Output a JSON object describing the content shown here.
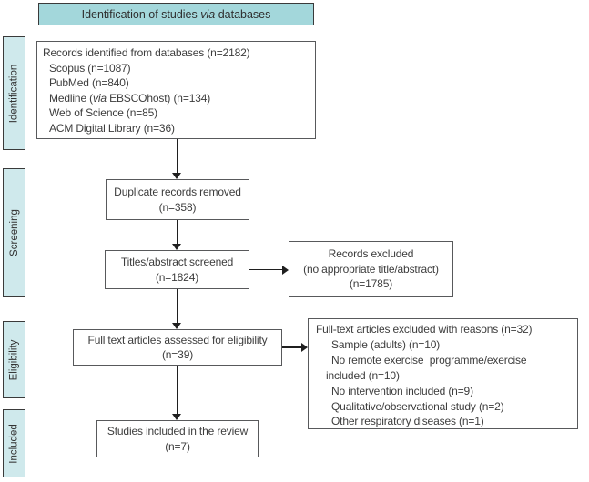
{
  "colors": {
    "header_fill": "#a3d7db",
    "sidebar_fill": "#cfe9ec",
    "box_border": "#58595b",
    "dark_border": "#3a3a3a",
    "text": "#3d3d3d",
    "arrow": "#1f1f1f"
  },
  "header": {
    "pre": "Identification of studies ",
    "italic": "via",
    "post": " databases"
  },
  "sidebar": [
    {
      "label": "Identification"
    },
    {
      "label": "Screening"
    },
    {
      "label": "Eligibility"
    },
    {
      "label": "Included"
    }
  ],
  "flow": {
    "records_identified": {
      "title": "Records identified from databases (n=2182)",
      "items": [
        {
          "pre": "Scopus (n=1087)",
          "italic": "",
          "post": ""
        },
        {
          "pre": "PubMed (n=840)",
          "italic": "",
          "post": ""
        },
        {
          "pre": "Medline (",
          "italic": "via",
          "post": " EBSCOhost) (n=134)"
        },
        {
          "pre": "Web of Science (n=85)",
          "italic": "",
          "post": ""
        },
        {
          "pre": "ACM Digital Library (n=36)",
          "italic": "",
          "post": ""
        }
      ]
    },
    "duplicates_removed": {
      "line1": "Duplicate records removed",
      "line2": "(n=358)"
    },
    "titles_screened": {
      "line1": "Titles/abstract screened",
      "line2": "(n=1824)"
    },
    "records_excluded": {
      "line1": "Records excluded",
      "line2": "(no appropriate title/abstract)",
      "line3": "(n=1785)"
    },
    "fulltext_assessed": {
      "line1": "Full text articles assessed for eligibility",
      "line2": "(n=39)"
    },
    "fulltext_excluded": {
      "title": "Full-text articles excluded with reasons (n=32)",
      "items": [
        {
          "text": "Sample (adults) (n=10)"
        },
        {
          "text": "No remote exercise  programme/exercise"
        },
        {
          "text": "included (n=10)"
        },
        {
          "text": "No intervention included (n=9)"
        },
        {
          "text": "Qualitative/observational study (n=2)"
        },
        {
          "text": "Other respiratory diseases (n=1)"
        }
      ]
    },
    "studies_included": {
      "line1": "Studies included in the review",
      "line2": "(n=7)"
    }
  }
}
